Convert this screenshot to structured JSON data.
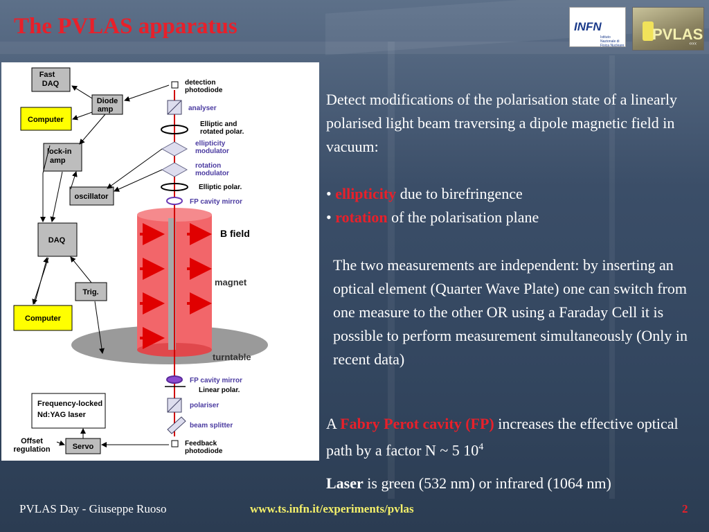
{
  "slide": {
    "title": "The PVLAS apparatus",
    "logos": {
      "infn": "INFN",
      "infn_sub": "Istituto Nazionale di Fisica Nucleare",
      "pvlas": "PVLAS"
    },
    "intro": "Detect modifications of the polarisation state of a linearly polarised light beam traversing a dipole magnetic field in vacuum:",
    "bullets": [
      {
        "marker": "• ",
        "highlight": "ellipticity",
        "rest": " due to birefringence"
      },
      {
        "marker": "• ",
        "highlight": "rotation",
        "rest": " of the polarisation plane"
      }
    ],
    "independent": "The two measurements are independent: by inserting an optical element (Quarter Wave Plate) one can switch from one measure to the other OR using a Faraday Cell it is possible to perform measurement simultaneously (Only in recent data)",
    "fp": {
      "pre": "A ",
      "highlight": "Fabry Perot cavity (FP)",
      "post": " increases the effective optical path by a factor N ~ 5 10",
      "exp": "4"
    },
    "laser": {
      "bold": "Laser",
      "rest": " is green (532 nm) or infrared (1064 nm)"
    },
    "footer": {
      "author": "PVLAS Day - Giuseppe Ruoso",
      "url": "www.ts.infn.it/experiments/pvlas",
      "page": "2"
    }
  },
  "diagram": {
    "fast_daq": "Fast\nDAQ",
    "diode_amp": "Diode\namp",
    "computer_top": "Computer",
    "lockin": "lock-in\namp",
    "oscillator": "oscillator",
    "daq": "DAQ",
    "trig": "Trig.",
    "computer_bottom": "Computer",
    "laser": "Frequency-locked\nNd:YAG laser",
    "offset": "Offset\nregulation",
    "servo": "Servo",
    "detection": "detection\nphotodiode",
    "analyser": "analyser",
    "elliptic_rotated": "Elliptic and\nrotated polar.",
    "ellipticity_modulator": "ellipticity\nmodulator",
    "rotation_modulator": "rotation\nmodulator",
    "elliptic_polar": "Elliptic polar.",
    "fp_mirror_top": "FP cavity mirror",
    "b_field": "B field",
    "magnet": "magnet",
    "turntable": "turntable",
    "fp_mirror_bottom": "FP cavity mirror",
    "linear_polar": "Linear polar.",
    "polariser": "polariser",
    "beam_splitter": "beam splitter",
    "feedback": "Feedback\nphotodiode"
  }
}
